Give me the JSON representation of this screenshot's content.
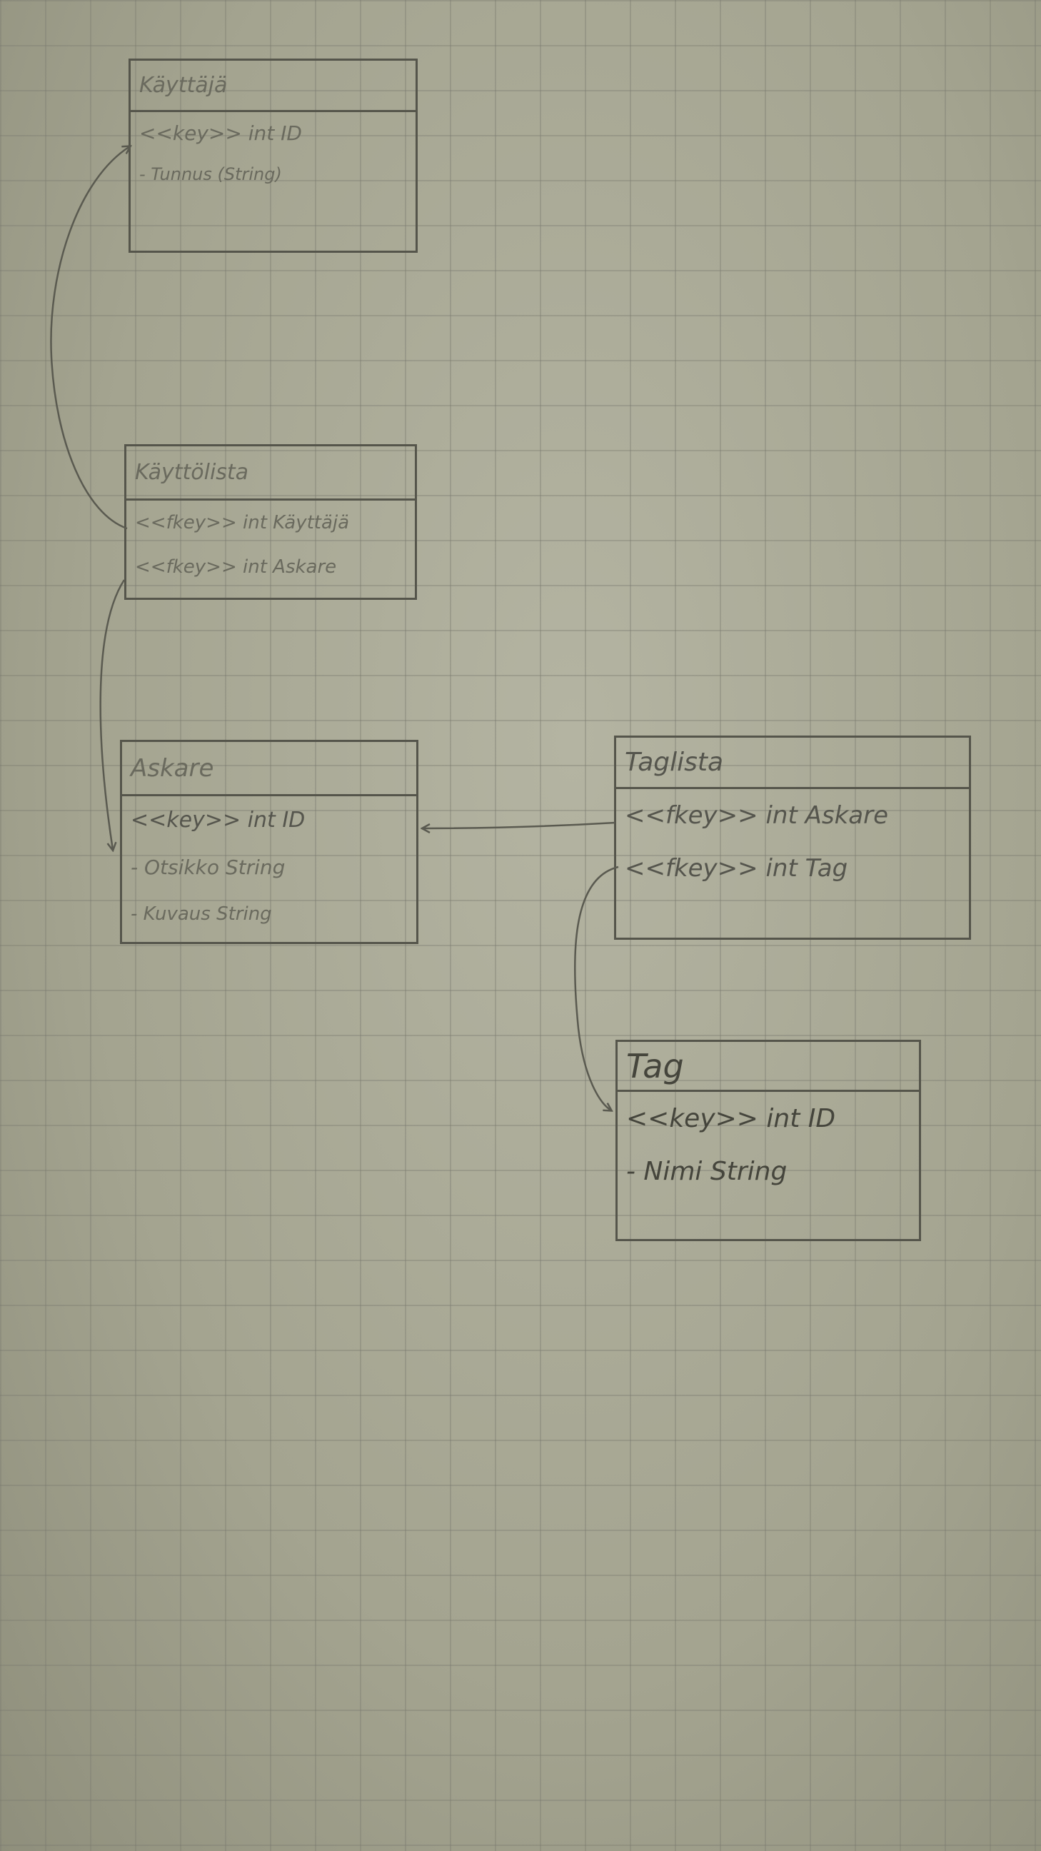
{
  "entities": [
    {
      "id": "kayttaja",
      "title": "Käyttäjä",
      "attributes": [
        "<<key>> int ID",
        "- Tunnus (String)"
      ]
    },
    {
      "id": "kayttolista",
      "title": "Käyttölista",
      "attributes": [
        "<<fkey>> int Käyttäjä",
        "<<fkey>> int Askare"
      ]
    },
    {
      "id": "askare",
      "title": "Askare",
      "attributes": [
        "<<key>> int ID",
        "- Otsikko String",
        "- Kuvaus String"
      ]
    },
    {
      "id": "taglista",
      "title": "Taglista",
      "attributes": [
        "<<fkey>> int Askare",
        "<<fkey>> int Tag"
      ]
    },
    {
      "id": "tag",
      "title": "Tag",
      "attributes": [
        "<<key>> int ID",
        "- Nimi String"
      ]
    }
  ],
  "relations": [
    {
      "from": "kayttolista",
      "to": "kayttaja"
    },
    {
      "from": "kayttolista",
      "to": "askare"
    },
    {
      "from": "taglista",
      "to": "askare"
    },
    {
      "from": "taglista",
      "to": "tag"
    }
  ],
  "colors": {
    "paper": "#a7a793",
    "pencil": "#55554b"
  }
}
